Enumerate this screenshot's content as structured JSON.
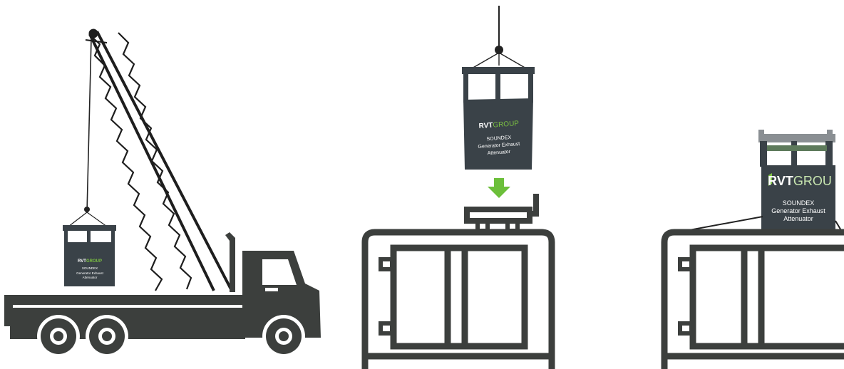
{
  "panels": [
    {
      "id": "panel-truck",
      "unit": {
        "brand_prefix": "RVT",
        "brand_suffix": "GROUP",
        "product": "SOUNDEX",
        "line1": "Generator Exhaust",
        "line2": "Attenuator"
      }
    },
    {
      "id": "panel-lowering",
      "unit": {
        "brand_prefix": "RVT",
        "brand_suffix": "GROUP",
        "product": "SOUNDEX",
        "line1": "Generator Exhaust",
        "line2": "Attenuator"
      }
    },
    {
      "id": "panel-installed",
      "unit": {
        "brand_prefix": "RVT",
        "brand_suffix": "GROU",
        "product": "SOUNDEX",
        "line1": "Generator Exhaust",
        "line2": "Attenuator"
      }
    }
  ],
  "colors": {
    "dark": "#3c3f3d",
    "unit": "#3a4248",
    "accent_green": "#7cc242",
    "arrow_green": "#6cbf3a"
  }
}
